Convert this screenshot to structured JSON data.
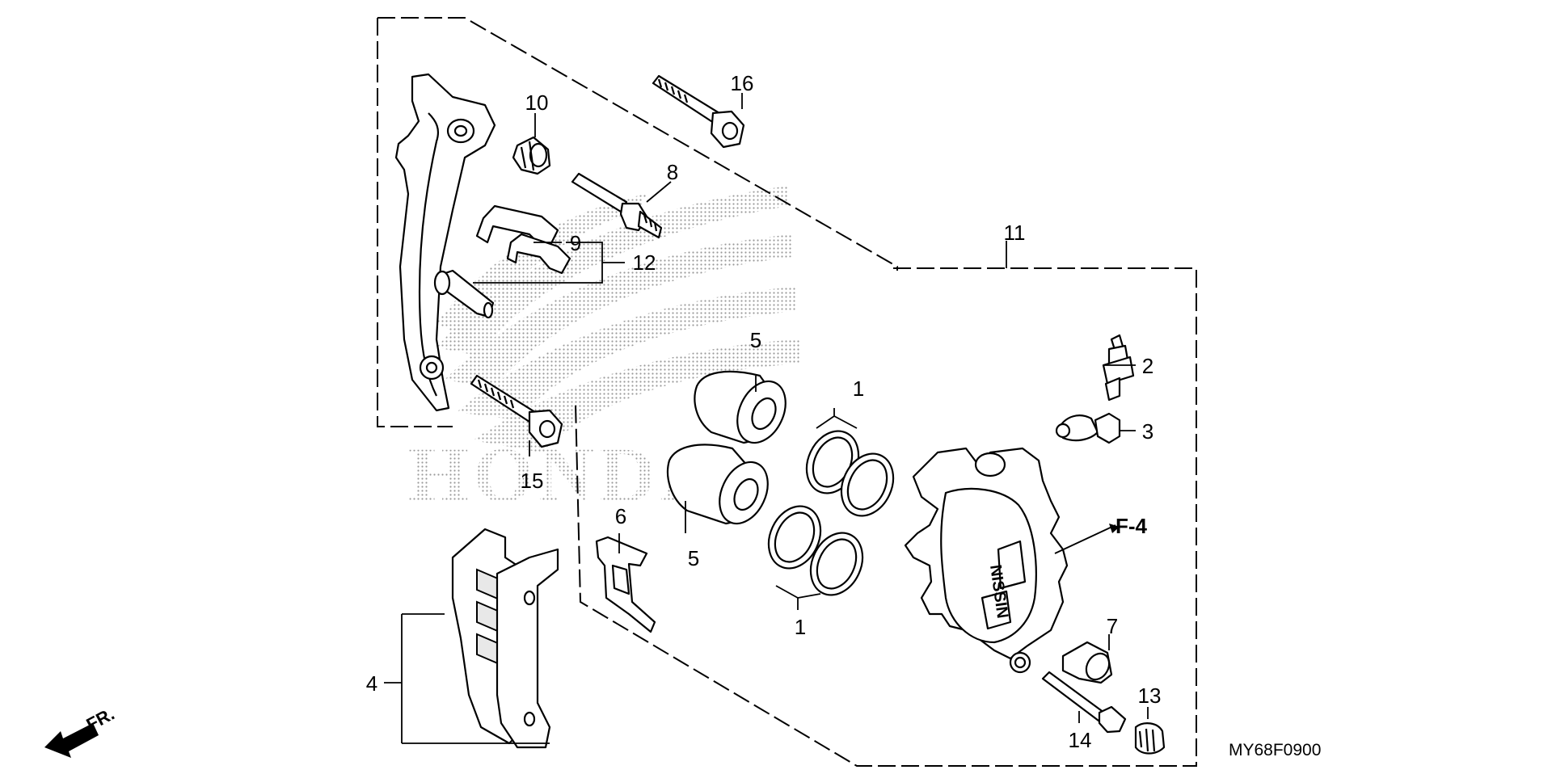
{
  "diagram": {
    "figure_code": "MY68F0900",
    "direction_label": "FR.",
    "reference_label": "F-4",
    "watermark_text": "HONDA",
    "callouts": [
      "1",
      "1",
      "2",
      "3",
      "4",
      "5",
      "5",
      "6",
      "7",
      "8",
      "9",
      "10",
      "11",
      "12",
      "13",
      "14",
      "15",
      "16"
    ]
  },
  "colors": {
    "line": "#000000",
    "background": "#ffffff",
    "watermark_dots": "#9a9a9a"
  }
}
